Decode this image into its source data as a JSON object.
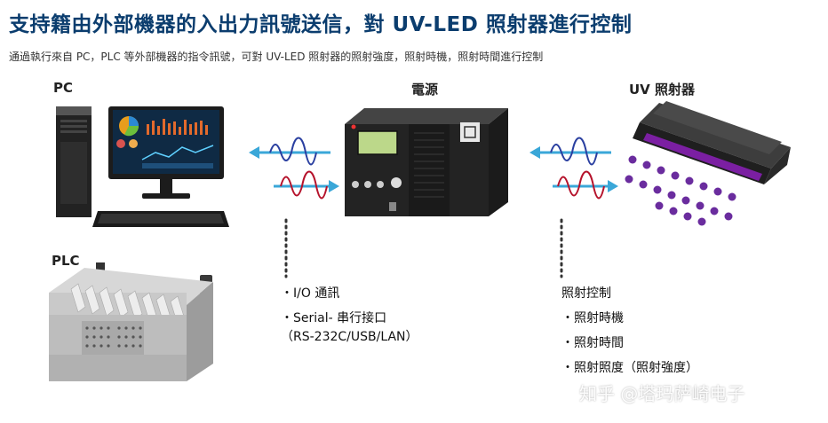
{
  "header": {
    "title": "支持籍由外部機器的入出力訊號送信，對 UV-LED 照射器進行控制",
    "subtitle": "通過執行來自 PC，PLC 等外部機器的指令訊號，可對 UV-LED 照射器的照射強度，照射時機，照射時間進行控制"
  },
  "labels": {
    "pc": "PC",
    "plc": "PLC",
    "power": "電源",
    "uv": "UV 照射器"
  },
  "interfaces": {
    "io": "・I/O 通訊",
    "serial": "・Serial- 串行接口",
    "serial_detail": "（RS-232C/USB/LAN）"
  },
  "control": {
    "heading": "照射控制",
    "items": [
      "・照射時機",
      "・照射時間",
      "・照射照度（照射強度）"
    ]
  },
  "watermark": "知乎 @塔玛萨崎电子",
  "colors": {
    "title": "#0b3d6e",
    "arrow": "#3aa7d8",
    "wave_blue": "#2a3fa0",
    "wave_red": "#b5122b",
    "uv_dots": "#6a2c9e"
  }
}
